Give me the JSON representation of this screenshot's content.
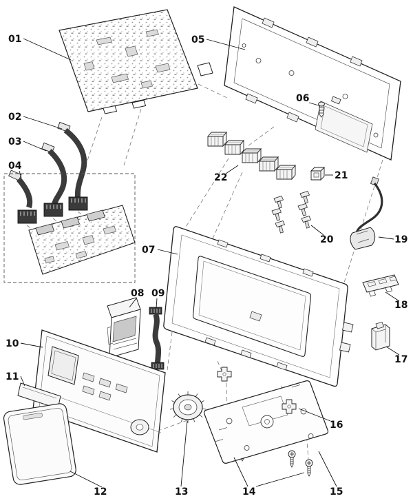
{
  "diagram": {
    "background_color": "#ffffff",
    "line_color": "#1a1a1a",
    "callouts": [
      {
        "label": "01"
      },
      {
        "label": "02"
      },
      {
        "label": "03"
      },
      {
        "label": "04"
      },
      {
        "label": "05"
      },
      {
        "label": "06"
      },
      {
        "label": "07"
      },
      {
        "label": "08"
      },
      {
        "label": "09"
      },
      {
        "label": "10"
      },
      {
        "label": "11"
      },
      {
        "label": "12"
      },
      {
        "label": "13"
      },
      {
        "label": "14"
      },
      {
        "label": "15"
      },
      {
        "label": "16"
      },
      {
        "label": "17"
      },
      {
        "label": "18"
      },
      {
        "label": "19"
      },
      {
        "label": "20"
      },
      {
        "label": "21"
      },
      {
        "label": "22"
      }
    ]
  }
}
